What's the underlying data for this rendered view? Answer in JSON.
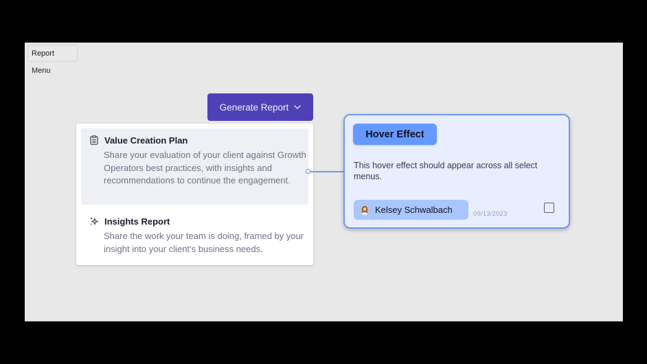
{
  "canvas": {
    "label": "Report Menu",
    "background": "#e8e8e8"
  },
  "generate_button": {
    "label": "Generate Report",
    "icon": "chevron-down-icon",
    "color": "#5040b5"
  },
  "dropdown": {
    "items": [
      {
        "title": "Value Creation Plan",
        "icon": "clipboard-icon",
        "description": "Share your evaluation of your client against Growth Operators best practices, with insights and recommendations to continue the engagement.",
        "state": "hovered"
      },
      {
        "title": "Insights Report",
        "icon": "sparkles-icon",
        "description": "Share the work your team is doing, framed by your insight into your client’s business needs.",
        "state": "default"
      }
    ]
  },
  "annotation": {
    "tag": "Hover Effect",
    "body": "This hover effect should appear across all select menus.",
    "author": "Kelsey Schwalbach",
    "date": "09/13/2023",
    "checked": false,
    "accent": "#6699ff",
    "border": "#6f9af2"
  }
}
